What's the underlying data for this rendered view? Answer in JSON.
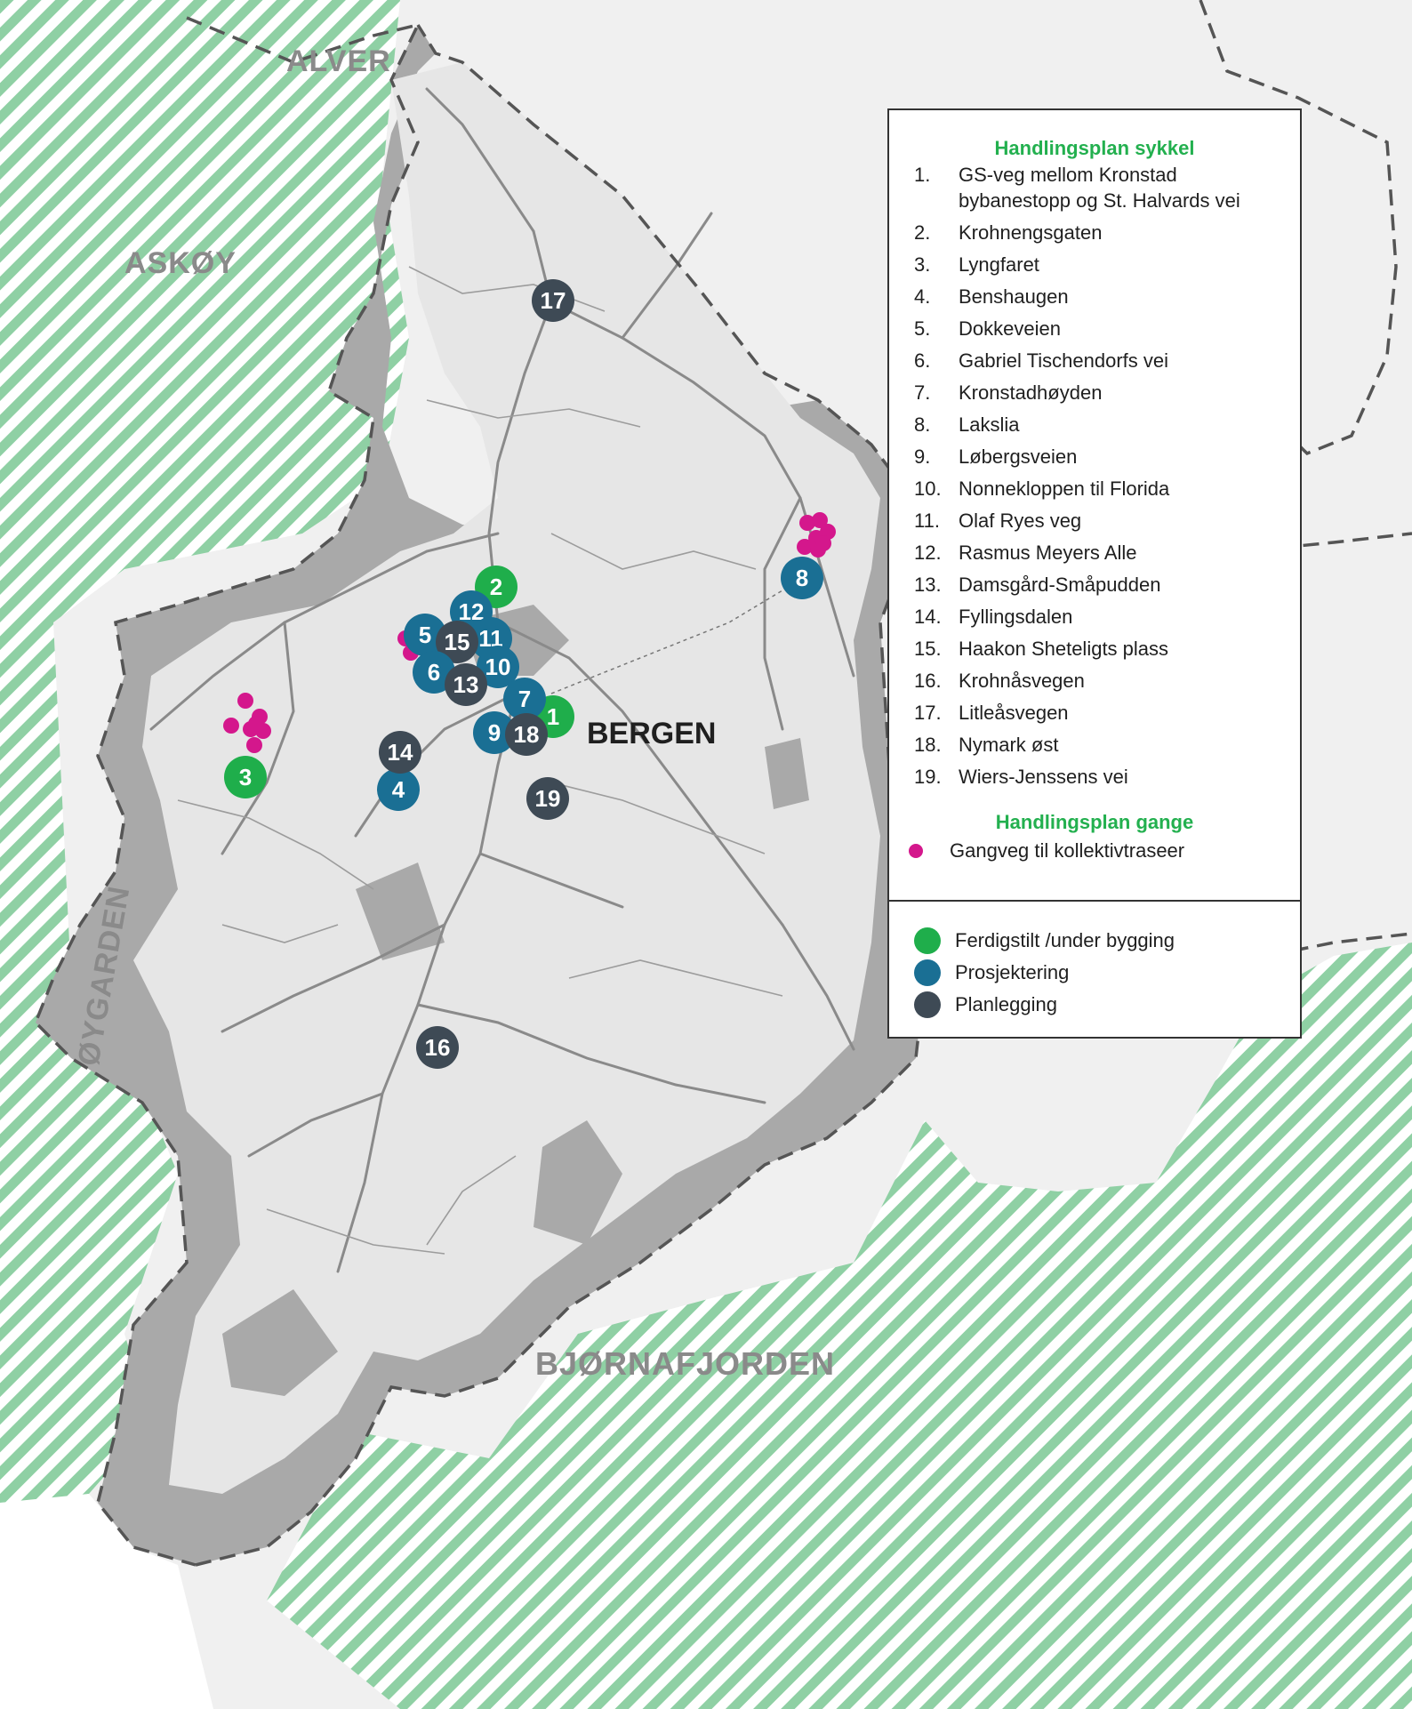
{
  "map": {
    "region_labels": [
      "ALVER",
      "ASKØY",
      "ØYGARDEN",
      "BJØRNAFJORDEN"
    ],
    "city_label": "BERGEN",
    "colors": {
      "hatch_green": "#8fd0a4",
      "municipality_fill": "#a9a9a9",
      "land_light": "#e6e6e6",
      "background_map": "#f2f2f2",
      "road": "#8a8a8a",
      "border_dash": "#555555"
    },
    "markers": [
      {
        "label": "1",
        "status": "done"
      },
      {
        "label": "2",
        "status": "done"
      },
      {
        "label": "3",
        "status": "done"
      },
      {
        "label": "4",
        "status": "design"
      },
      {
        "label": "5",
        "status": "design"
      },
      {
        "label": "6",
        "status": "design"
      },
      {
        "label": "7",
        "status": "design"
      },
      {
        "label": "8",
        "status": "design"
      },
      {
        "label": "9",
        "status": "design"
      },
      {
        "label": "10",
        "status": "design"
      },
      {
        "label": "11",
        "status": "design"
      },
      {
        "label": "12",
        "status": "design"
      },
      {
        "label": "13",
        "status": "planning"
      },
      {
        "label": "14",
        "status": "planning"
      },
      {
        "label": "15",
        "status": "planning"
      },
      {
        "label": "16",
        "status": "planning"
      },
      {
        "label": "17",
        "status": "planning"
      },
      {
        "label": "18",
        "status": "planning"
      },
      {
        "label": "19",
        "status": "planning"
      }
    ]
  },
  "legend": {
    "bike_title": "Handlingsplan sykkel",
    "bike_items": [
      {
        "num": "1.",
        "label": "GS-veg mellom Kronstad bybanestopp og St. Halvards vei"
      },
      {
        "num": "2.",
        "label": "Krohnengsgaten"
      },
      {
        "num": "3.",
        "label": "Lyngfaret"
      },
      {
        "num": "4.",
        "label": "Benshaugen"
      },
      {
        "num": "5.",
        "label": "Dokkeveien"
      },
      {
        "num": "6.",
        "label": "Gabriel Tischendorfs vei"
      },
      {
        "num": "7.",
        "label": "Kronstadhøyden"
      },
      {
        "num": "8.",
        "label": "Lakslia"
      },
      {
        "num": "9.",
        "label": "Løbergsveien"
      },
      {
        "num": "10.",
        "label": "Nonnekloppen til Florida"
      },
      {
        "num": "11.",
        "label": "Olaf Ryes veg"
      },
      {
        "num": "12.",
        "label": "Rasmus Meyers Alle"
      },
      {
        "num": "13.",
        "label": "Damsgård-Småpudden"
      },
      {
        "num": "14.",
        "label": "Fyllingsdalen"
      },
      {
        "num": "15.",
        "label": "Haakon Sheteligts plass"
      },
      {
        "num": "16.",
        "label": "Krohnåsvegen"
      },
      {
        "num": "17.",
        "label": "Litleåsvegen"
      },
      {
        "num": "18.",
        "label": "Nymark øst"
      },
      {
        "num": "19.",
        "label": "Wiers-Jenssens vei"
      }
    ],
    "walk_title": "Handlingsplan gange",
    "walk_item": "Gangveg til kollektivtraseer",
    "walk_color": "#d4178c",
    "statuses": [
      {
        "key": "done",
        "label": "Ferdigstilt /under bygging",
        "color": "#1fae4b"
      },
      {
        "key": "design",
        "label": "Prosjektering",
        "color": "#1a6f94"
      },
      {
        "key": "planning",
        "label": "Planlegging",
        "color": "#3e4a55"
      }
    ]
  }
}
